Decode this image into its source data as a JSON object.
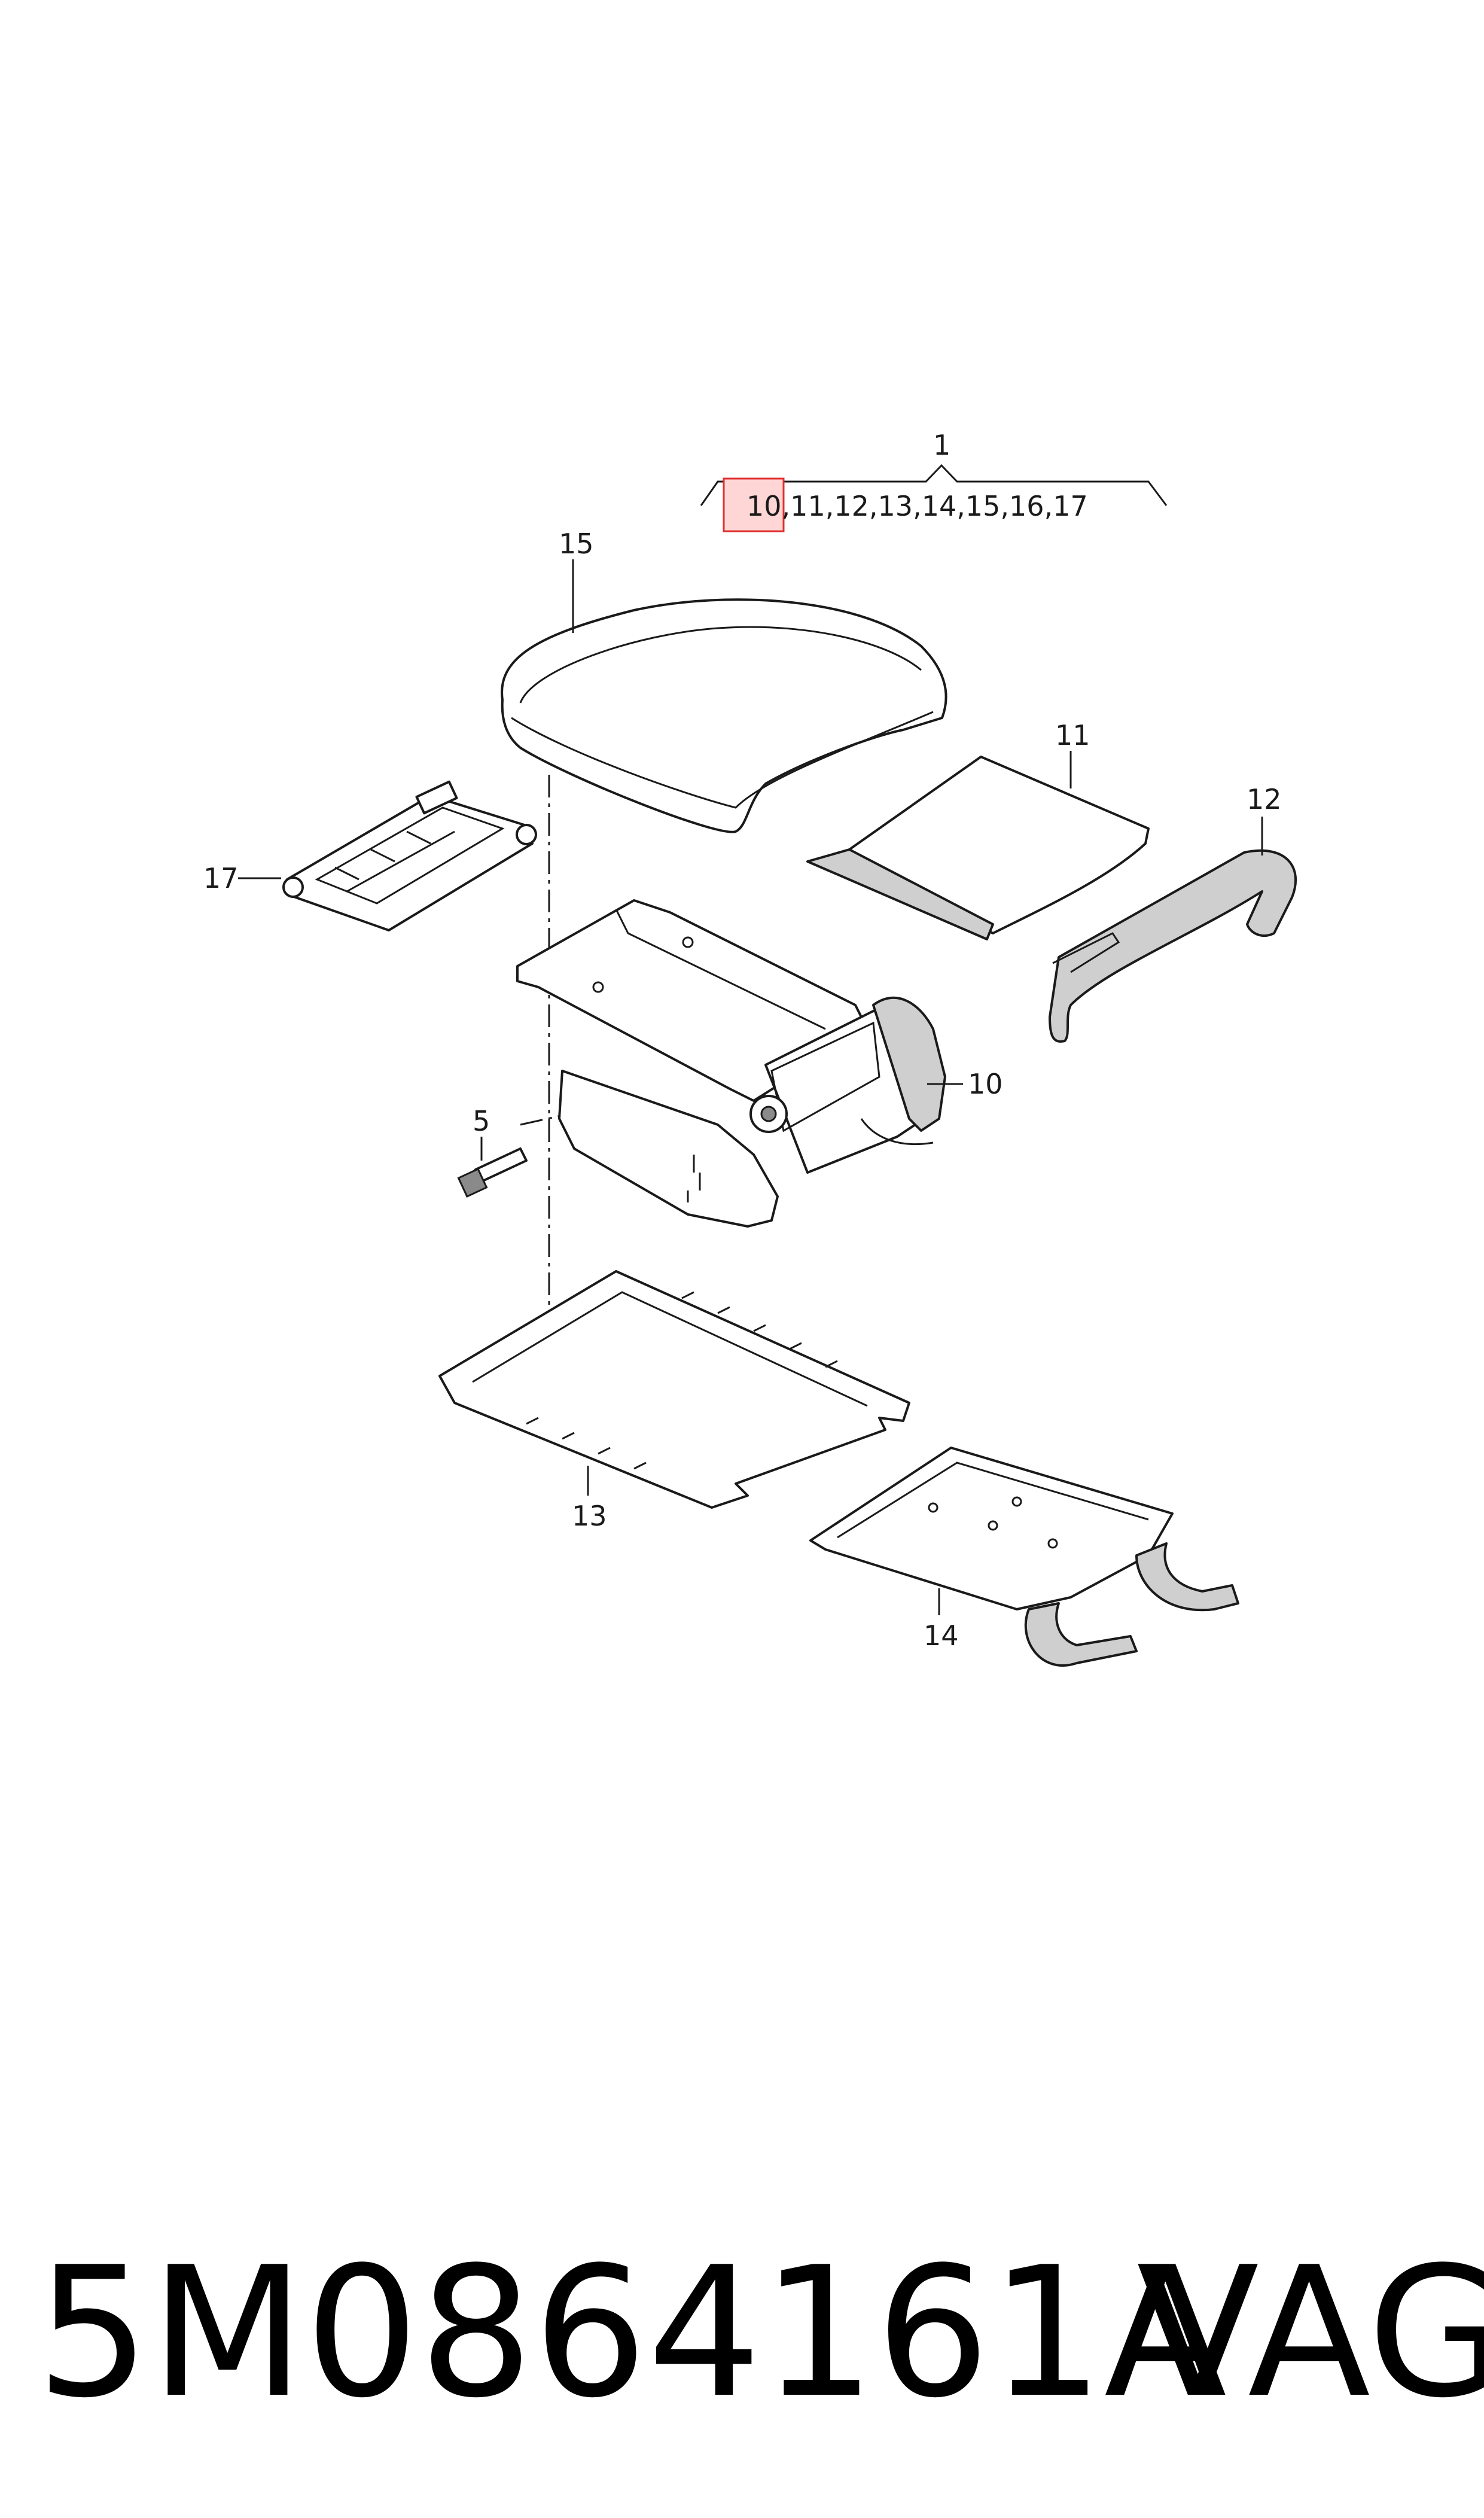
{
  "diagram": {
    "assembly": {
      "number": "1",
      "components": [
        "10",
        "11",
        "12",
        "13",
        "14",
        "15",
        "16",
        "17"
      ],
      "highlighted": "10"
    },
    "callouts": {
      "c5": "5",
      "c10": "10",
      "c11": "11",
      "c12": "12",
      "c13": "13",
      "c14": "14",
      "c15": "15",
      "c17": "17"
    },
    "colors": {
      "line": "#1a1a1a",
      "highlight_fill": "#ffd6d6",
      "highlight_stroke": "#e03030"
    }
  },
  "footer": {
    "part_number": "5M0864161A",
    "brand": "VAG"
  }
}
